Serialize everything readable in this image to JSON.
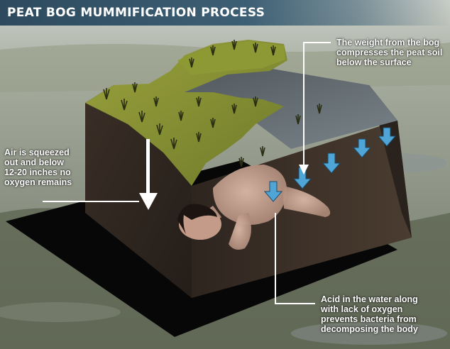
{
  "title": "PEAT BOG MUMMIFICATION PROCESS",
  "callouts": {
    "weight": [
      "The weight from the bog",
      "compresses the peat soil",
      "below the surface"
    ],
    "air": [
      "Air is squeezed",
      "out and below",
      "12-20 inches no",
      "oxygen remains"
    ],
    "acid": [
      "Acid in the water along",
      "with lack of oxygen",
      "prevents bacteria from",
      "decomposing the body"
    ]
  },
  "colors": {
    "title_bar": "#3d5f74",
    "peat_block": "#3a2f27",
    "grass": "#8f9a38",
    "water": "#5f6a72",
    "arrow_blue": "#4fa6d6",
    "arrow_white": "#ffffff"
  },
  "icons": {
    "pressure_arrow": "down-arrow-icon",
    "leader": "callout-line"
  }
}
